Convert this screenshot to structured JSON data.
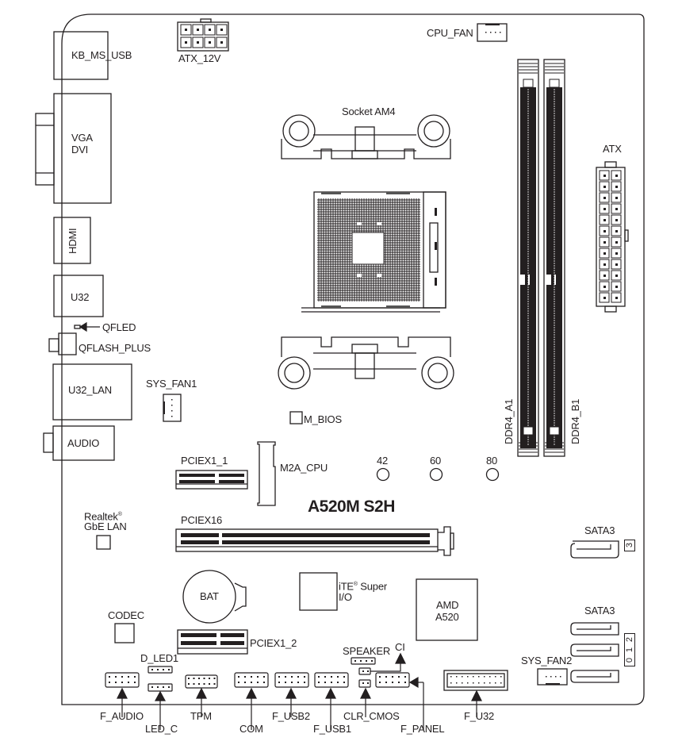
{
  "board": {
    "model": "A520M S2H",
    "outline_color": "#231f20",
    "background_color": "#ffffff"
  },
  "rear_io": {
    "kb_ms_usb": "KB_MS_USB",
    "vga_line1": "VGA",
    "vga_line2": "DVI",
    "hdmi": "HDMI",
    "u32": "U32",
    "qfled": "QFLED",
    "qflash_plus": "QFLASH_PLUS",
    "u32_lan": "U32_LAN",
    "audio": "AUDIO"
  },
  "power": {
    "atx_12v": "ATX_12V",
    "atx": "ATX"
  },
  "fans": {
    "cpu_fan": "CPU_FAN",
    "sys_fan1": "SYS_FAN1",
    "sys_fan2": "SYS_FAN2"
  },
  "cpu": {
    "socket": "Socket AM4"
  },
  "memory": {
    "slot_a1": "DDR4_A1",
    "slot_b1": "DDR4_B1"
  },
  "storage": {
    "m_bios": "M_BIOS",
    "m2a_cpu": "M2A_CPU",
    "m2_lengths": [
      "42",
      "60",
      "80"
    ],
    "sata_group1": "SATA3",
    "sata_group1_ports": [
      "3"
    ],
    "sata_group2": "SATA3",
    "sata_group2_ports": [
      "2",
      "1",
      "0"
    ]
  },
  "expansion": {
    "pciex1_1": "PCIEX1_1",
    "pciex16": "PCIEX16",
    "pciex1_2": "PCIEX1_2"
  },
  "chips": {
    "lan_line1": "Realtek",
    "lan_reg": "®",
    "lan_line2": "GbE LAN",
    "bat": "BAT",
    "superio_line1": "iTE",
    "superio_reg": "®",
    "superio_line1b": " Super",
    "superio_line2": "I/O",
    "chipset_line1": "AMD",
    "chipset_line2": "A520",
    "codec": "CODEC"
  },
  "headers": {
    "d_led1": "D_LED1",
    "speaker": "SPEAKER",
    "ci": "CI",
    "f_audio": "F_AUDIO",
    "led_c": "LED_C",
    "tpm": "TPM",
    "com": "COM",
    "f_usb2": "F_USB2",
    "f_usb1": "F_USB1",
    "clr_cmos": "CLR_CMOS",
    "f_panel": "F_PANEL",
    "f_u32": "F_U32"
  }
}
